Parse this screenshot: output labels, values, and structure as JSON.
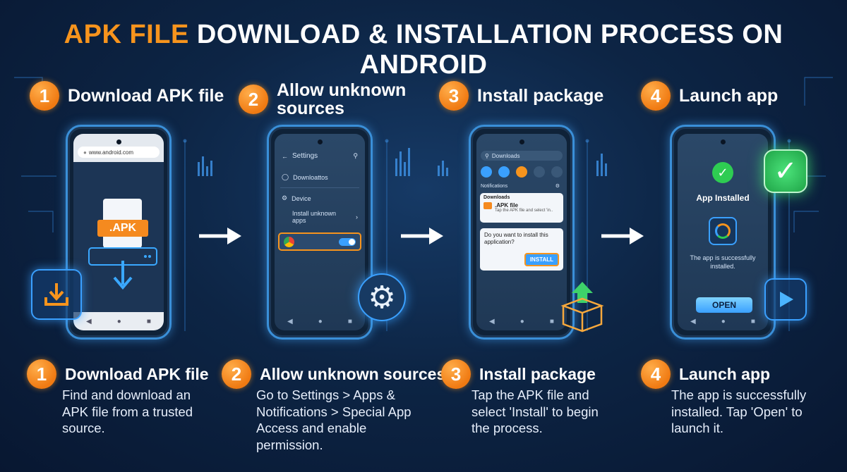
{
  "title": {
    "highlight": "APK FILE",
    "rest": "DOWNLOAD & INSTALLATION PROCESS ON ANDROID"
  },
  "steps": [
    {
      "num": "1",
      "head": "Download APK file",
      "desc_title": "Download APK file",
      "desc_lines": [
        "Find and download an",
        "APK file from a trusted",
        "source."
      ]
    },
    {
      "num": "2",
      "head_lines": [
        "Allow unknown",
        "sources"
      ],
      "desc_title": "Allow unknown sources",
      "desc_lines": [
        "Go to Settings > Apps &",
        "Notifications > Special App",
        "Access and enable",
        "permission."
      ]
    },
    {
      "num": "3",
      "head": "Install package",
      "desc_title": "Install package",
      "desc_lines": [
        "Tap the APK file and",
        "select 'Install' to begin",
        "the process."
      ]
    },
    {
      "num": "4",
      "head": "Launch app",
      "desc_title": "Launch app",
      "desc_lines": [
        "The app is successfully",
        "installed. Tap 'Open' to",
        "launch it."
      ]
    }
  ],
  "phone1": {
    "url": "www.android.com",
    "apk_label": ".APK"
  },
  "phone2": {
    "header": "Settings",
    "item1": "Downloattos",
    "item2": "Device",
    "item3": "Install unknown apps"
  },
  "phone3": {
    "search": "Downloads",
    "notifications": "Notifications",
    "card_title": "Downloads",
    "file_name": ".APK file",
    "file_sub": "Tap the APK file and select 'in..",
    "dialog_text": "Do you want to install this application?",
    "install_btn": "INSTALL"
  },
  "phone4": {
    "installed": "App Installed",
    "message": "The app is successfully installed.",
    "open_btn": "OPEN"
  },
  "colors": {
    "accent": "#f7941d",
    "glow": "#3aa0ff",
    "success": "#2ecc52"
  }
}
